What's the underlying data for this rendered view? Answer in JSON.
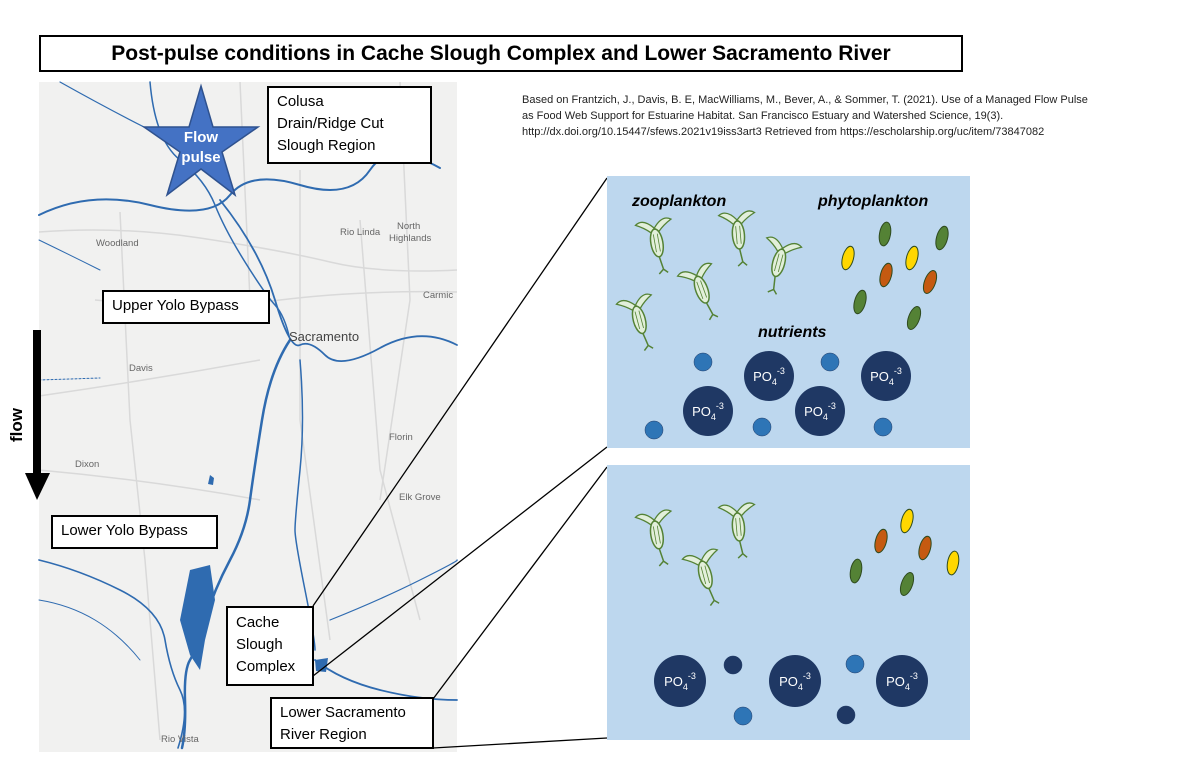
{
  "title": "Post-pulse conditions in Cache Slough Complex and Lower Sacramento River",
  "citation": [
    "Based on Frantzich, J., Davis, B. E, MacWilliams, M., Bever, A., & Sommer, T. (2021). Use of a Managed Flow Pulse",
    "as Food Web Support for Estuarine Habitat. San Francisco Estuary and Watershed Science, 19(3).",
    "http://dx.doi.org/10.15447/sfews.2021v19iss3art3 Retrieved from https://escholarship.org/uc/item/73847082"
  ],
  "star_label": [
    "Flow",
    "pulse"
  ],
  "flow_label": "flow",
  "regions": {
    "colusa": [
      "Colusa",
      "Drain/Ridge Cut",
      "Slough Region"
    ],
    "upper_yolo": "Upper Yolo Bypass",
    "lower_yolo": "Lower Yolo Bypass",
    "cache_slough": [
      "Cache",
      "Slough",
      "Complex"
    ],
    "lower_sac": [
      "Lower Sacramento",
      "River Region"
    ]
  },
  "map_places": {
    "woodland": "Woodland",
    "rio_linda": "Rio Linda",
    "north_highlands": [
      "North",
      "Highlands"
    ],
    "carmichael": "Carmic",
    "sacramento": "Sacramento",
    "davis": "Davis",
    "florin": "Florin",
    "dixon": "Dixon",
    "elk_grove": "Elk Grove",
    "rio_vista": "Rio Vista"
  },
  "panel_labels": {
    "zooplankton": "zooplankton",
    "phytoplankton": "phytoplankton",
    "nutrients": "nutrients"
  },
  "phosphate": {
    "base": "PO",
    "sub": "4",
    "sup": "-3"
  },
  "colors": {
    "panel_bg": "#bdd7ee",
    "star": "#4472c4",
    "nutrient_dark": "#1f3864",
    "nutrient_blue": "#2e75b6",
    "zoo": "#e2efda",
    "zoo_outline": "#548235",
    "phyto_green": "#548235",
    "phyto_orange": "#c55a11",
    "phyto_yellow": "#ffd700",
    "river": "#2f6bb0"
  }
}
